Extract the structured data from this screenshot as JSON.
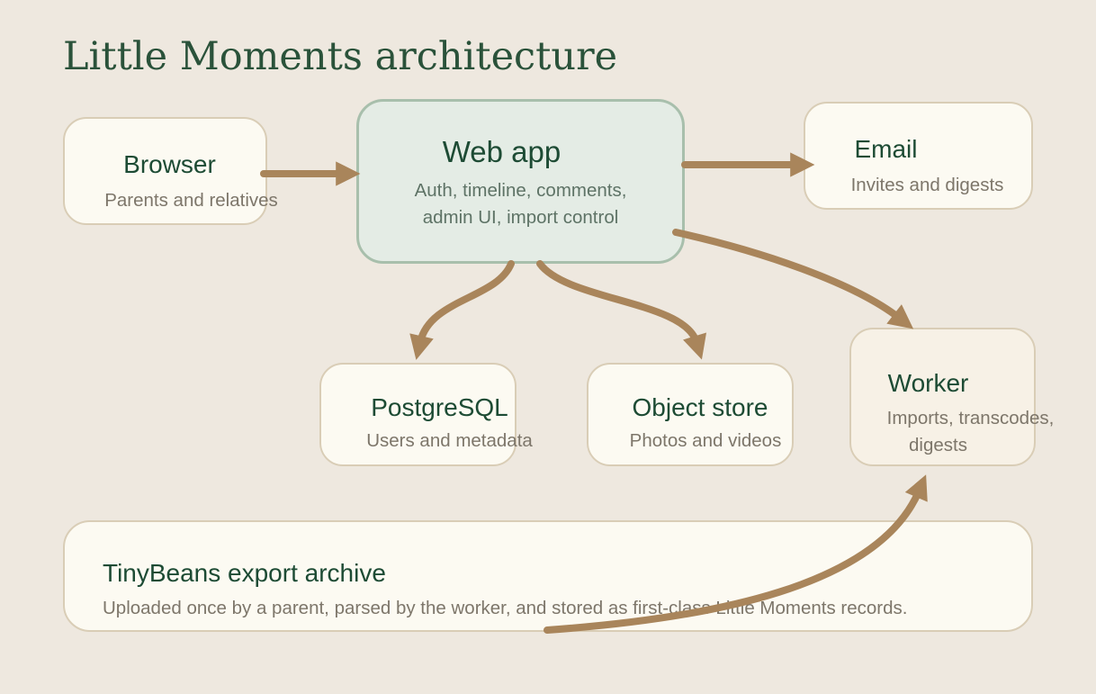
{
  "title": "Little Moments architecture",
  "nodes": {
    "browser": {
      "title": "Browser",
      "subtitle": "Parents and relatives"
    },
    "webapp": {
      "title": "Web app",
      "subtitle_line1": "Auth, timeline, comments,",
      "subtitle_line2": "admin UI, import control"
    },
    "email": {
      "title": "Email",
      "subtitle": "Invites and digests"
    },
    "postgres": {
      "title": "PostgreSQL",
      "subtitle": "Users and metadata"
    },
    "objectstore": {
      "title": "Object store",
      "subtitle": "Photos and videos"
    },
    "worker": {
      "title": "Worker",
      "subtitle_line1": "Imports, transcodes,",
      "subtitle_line2": "digests"
    },
    "archive": {
      "title": "TinyBeans export archive",
      "subtitle": "Uploaded once by a parent, parsed by the worker, and stored as first-class Little Moments records."
    }
  },
  "edges": [
    {
      "from": "Browser",
      "to": "Web app"
    },
    {
      "from": "Web app",
      "to": "Email"
    },
    {
      "from": "Web app",
      "to": "PostgreSQL"
    },
    {
      "from": "Web app",
      "to": "Object store"
    },
    {
      "from": "Web app",
      "to": "Worker"
    },
    {
      "from": "TinyBeans export archive",
      "to": "Worker"
    }
  ],
  "colors": {
    "background": "#eee8df",
    "node_fill": "#fcfaf2",
    "node_border": "#d9cdb6",
    "highlight_fill": "#e4ece5",
    "highlight_border": "#a8bfac",
    "worker_fill": "#f7f1e6",
    "heading_text": "#2a523a",
    "node_title_text": "#1d4b34",
    "subtitle_text": "#7d766a",
    "arrow": "#a9855b"
  }
}
